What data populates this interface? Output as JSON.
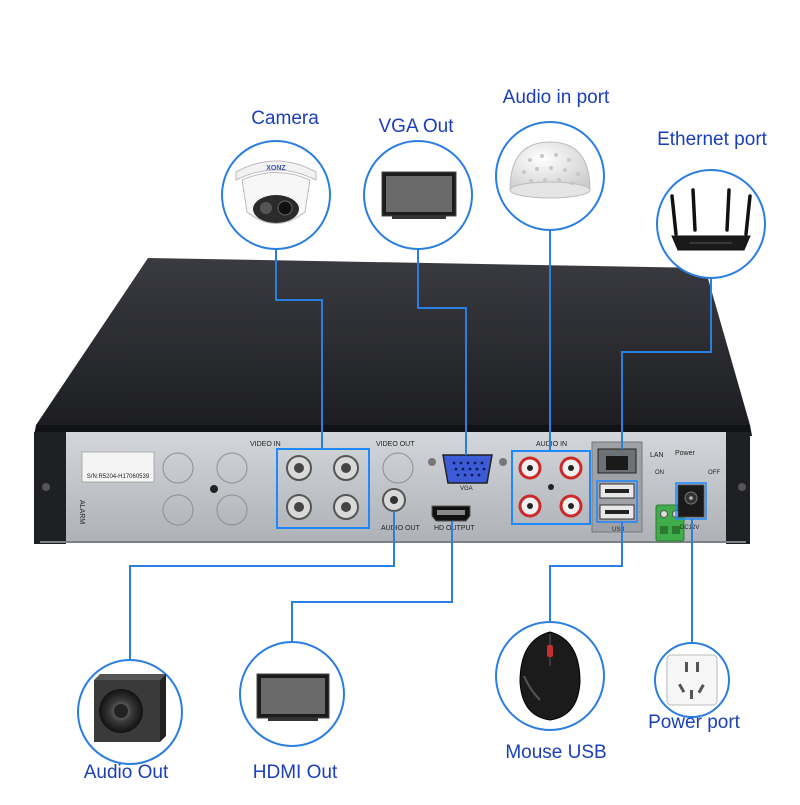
{
  "callouts": {
    "camera": "Camera",
    "vga_out": "VGA Out",
    "audio_in_port": "Audio in port",
    "ethernet_port": "Ethernet port",
    "audio_out": "Audio Out",
    "hdmi_out": "HDMI Out",
    "mouse_usb": "Mouse USB",
    "power_port": "Power port"
  },
  "panel": {
    "video_in": "VIDEO IN",
    "video_out": "VIDEO OUT",
    "audio_in": "AUDIO IN",
    "lan": "LAN",
    "power": "Power",
    "on": "ON",
    "off": "OFF",
    "vga": "VGA",
    "audio_out": "AUDIO OUT",
    "hd_output": "HD OUTPUT",
    "usb": "USB",
    "dc12v": "DC12V",
    "serial": "S/N:R5204-H17060539",
    "alarm": "ALARM"
  },
  "colors": {
    "label_text": "#1a3fb8",
    "connector_line": "#2a7de1",
    "highlight_box": "#1e88ff",
    "dvr_body": "#2b2c30",
    "back_panel": "#c6cace"
  }
}
